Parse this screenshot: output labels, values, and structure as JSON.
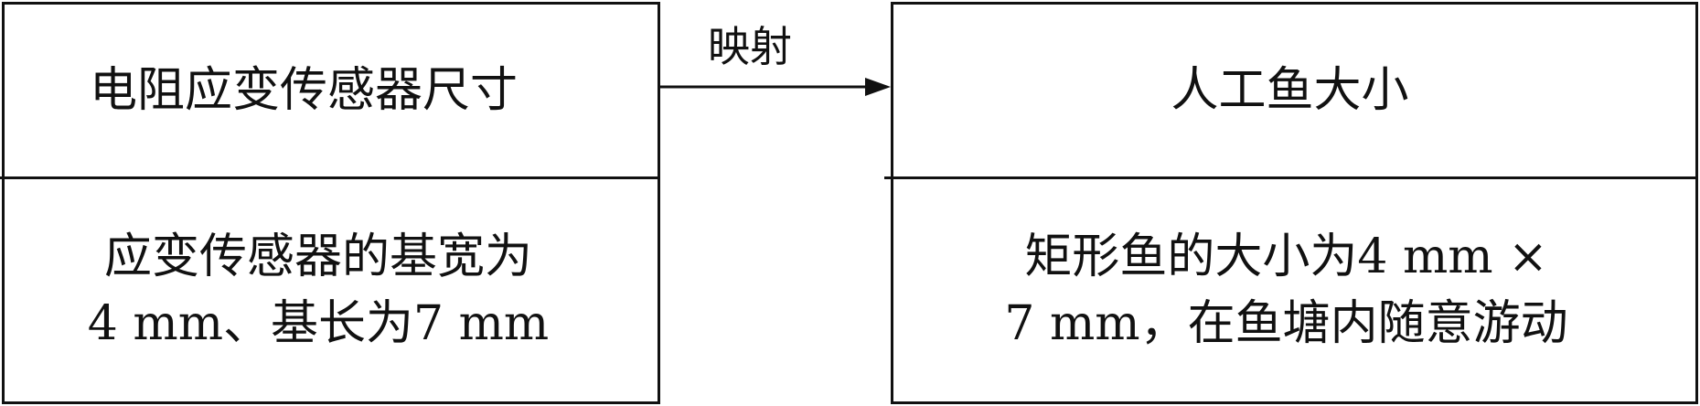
{
  "left_box": {
    "title": "电阻应变传感器尺寸",
    "body_lines": [
      "应变传感器的基宽为",
      "4 mm、基长为7 mm"
    ]
  },
  "arrow": {
    "label": "映射"
  },
  "right_box": {
    "title": "人工鱼大小",
    "body_lines": [
      "矩形鱼的大小为4 mm ×",
      "7 mm，在鱼塘内随意游动"
    ]
  },
  "colors": {
    "stroke": "#111111",
    "background": "#ffffff"
  }
}
